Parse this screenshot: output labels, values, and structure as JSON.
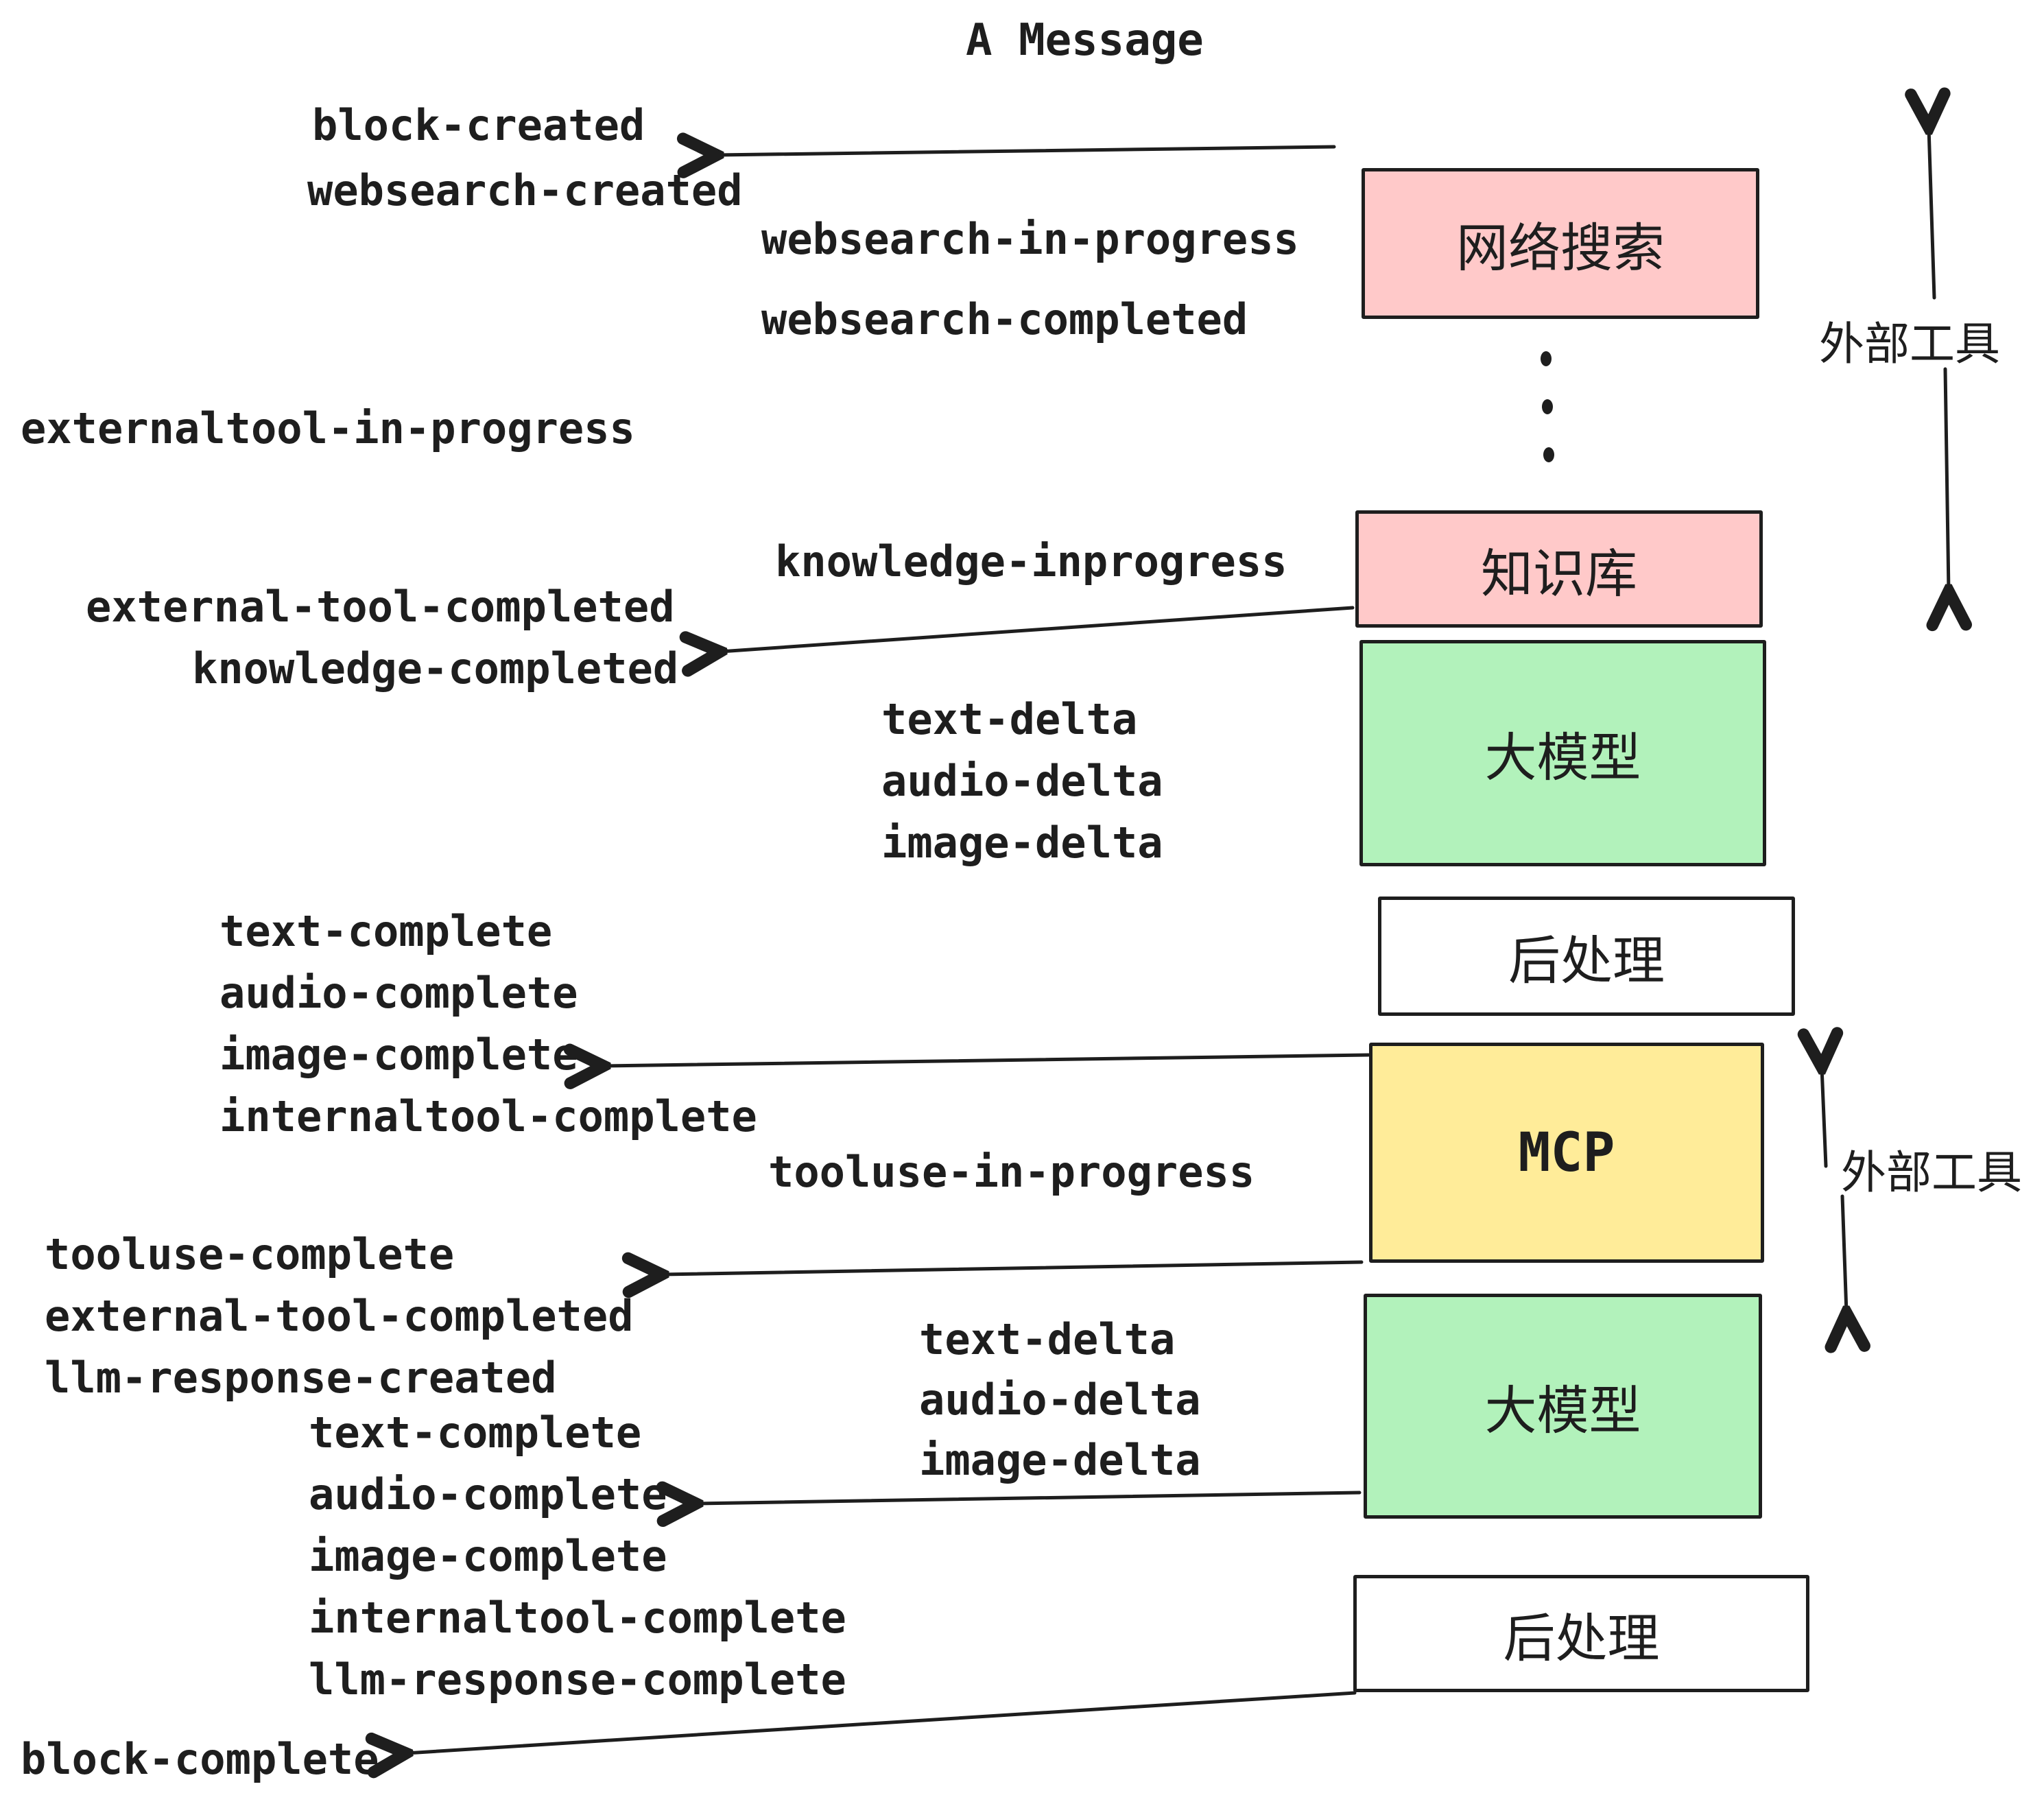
{
  "title": "A Message",
  "colors": {
    "pink": "#FFC9C9",
    "green": "#B2F2BB",
    "yellow": "#FFEC99",
    "white": "#FFFFFF",
    "ink": "#1E1E1E"
  },
  "boxes": {
    "websearch": {
      "label": "网络搜索"
    },
    "knowledge": {
      "label": "知识库"
    },
    "llm1": {
      "label": "大模型"
    },
    "post1": {
      "label": "后处理"
    },
    "mcp": {
      "label": "MCP"
    },
    "llm2": {
      "label": "大模型"
    },
    "post2": {
      "label": "后处理"
    }
  },
  "annotations": {
    "external_tool_1": "外部工具",
    "external_tool_2": "外部工具"
  },
  "events": {
    "block_created": "block-created",
    "websearch_created": "websearch-created",
    "websearch_in_progress": "websearch-in-progress",
    "websearch_completed": "websearch-completed",
    "externaltool_in_progress": "externaltool-in-progress",
    "knowledge_inprogress": "knowledge-inprogress",
    "external_tool_completed_1": "external-tool-completed",
    "knowledge_completed": "knowledge-completed",
    "text_delta_1": "text-delta",
    "audio_delta_1": "audio-delta",
    "image_delta_1": "image-delta",
    "text_complete_1": "text-complete",
    "audio_complete_1": "audio-complete",
    "image_complete_1": "image-complete",
    "internaltool_complete_1": "internaltool-complete",
    "tooluse_in_progress": "tooluse-in-progress",
    "tooluse_complete": "tooluse-complete",
    "external_tool_completed_2": "external-tool-completed",
    "llm_response_created": "llm-response-created",
    "text_delta_2": "text-delta",
    "audio_delta_2": "audio-delta",
    "image_delta_2": "image-delta",
    "text_complete_2": "text-complete",
    "audio_complete_2": "audio-complete",
    "image_complete_2": "image-complete",
    "internaltool_complete_2": "internaltool-complete",
    "llm_response_complete": "llm-response-complete",
    "block_complete": "block-complete"
  }
}
